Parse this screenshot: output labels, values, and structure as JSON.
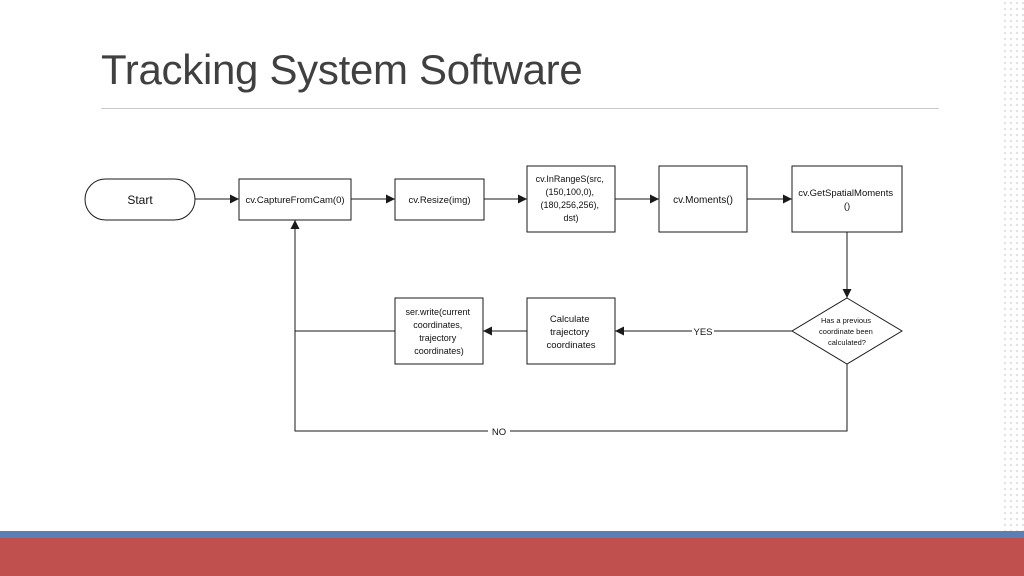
{
  "slide": {
    "title": "Tracking System Software"
  },
  "colors": {
    "title": "#404040",
    "footer_stripe": "#5b7fb3",
    "footer_band": "#c0504d",
    "shape_stroke": "#1a1a1a"
  },
  "flowchart": {
    "start": "Start",
    "capture": "cv.CaptureFromCam(0)",
    "resize": "cv.Resize(img)",
    "inrange": [
      "cv.InRangeS(src,",
      "(150,100,0),",
      "(180,256,256),",
      "dst)"
    ],
    "moments": "cv.Moments()",
    "spatial": [
      "cv.GetSpatialMoments",
      "()"
    ],
    "decision": [
      "Has a previous",
      "coordinate been",
      "calculated?"
    ],
    "calculate": [
      "Calculate",
      "trajectory",
      "coordinates"
    ],
    "write": [
      "ser.write(current",
      "coordinates,",
      "trajectory",
      "coordinates)"
    ],
    "yes_label": "YES",
    "no_label": "NO"
  }
}
